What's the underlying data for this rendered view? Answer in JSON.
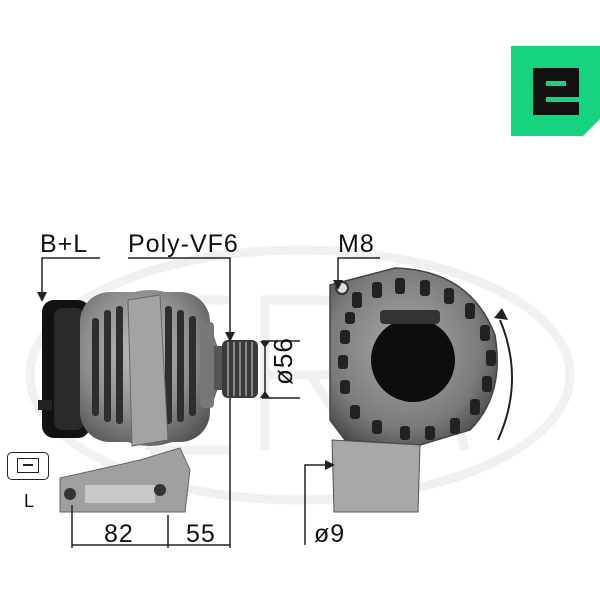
{
  "labels": {
    "terminal": "B+L",
    "pulley": "Poly-VF6",
    "thread": "M8",
    "pulley_diameter": "ø56",
    "width_a": "82",
    "width_b": "55",
    "hole_diameter": "ø9",
    "plug_terminal": "L"
  },
  "brand": {
    "color": "#16d480",
    "watermark": "ERA"
  }
}
